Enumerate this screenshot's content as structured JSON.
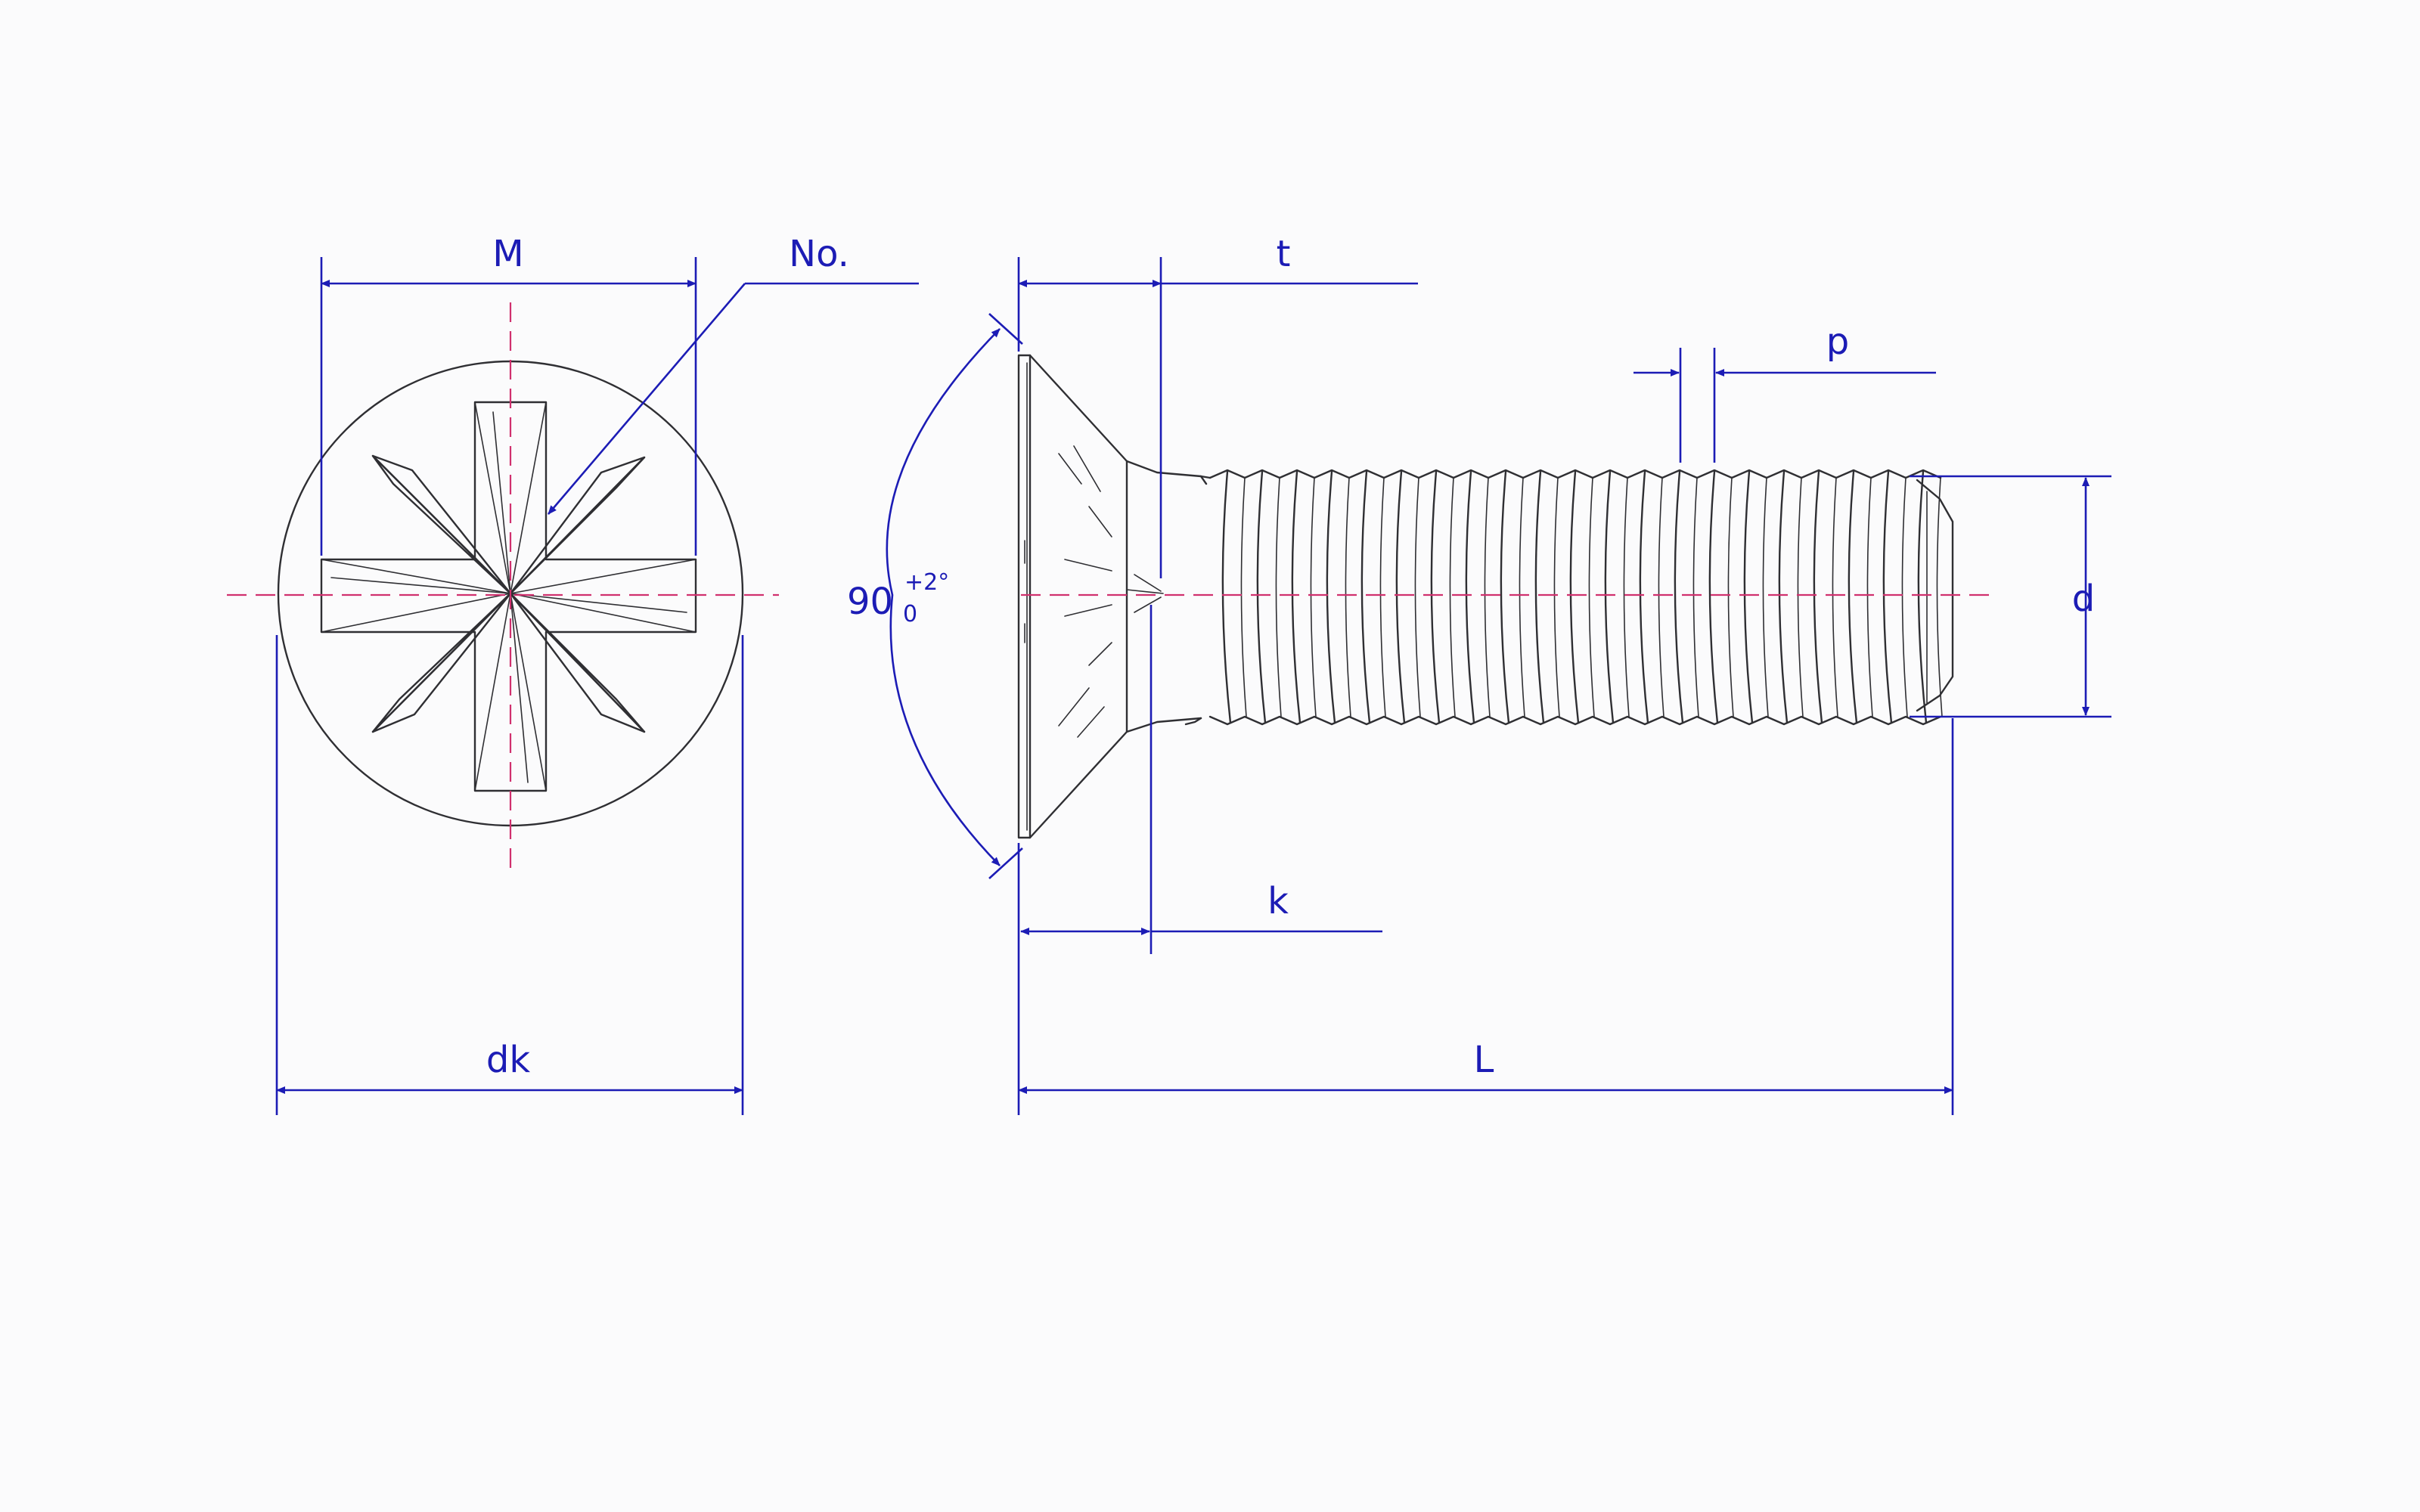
{
  "labels": {
    "M": "M",
    "No": "No.",
    "t": "t",
    "p": "p",
    "d": "d",
    "k": "k",
    "dk": "dk",
    "L": "L",
    "angle": "90",
    "tol_upper": "+2°",
    "tol_lower": "0"
  },
  "colors": {
    "dimension": "#1c1cb5",
    "centerline": "#d0306e",
    "outline": "#2f2f33",
    "background": "#fbfbfc"
  },
  "icons": {
    "head": "pozidriv-recess",
    "side": "countersunk-screw"
  }
}
